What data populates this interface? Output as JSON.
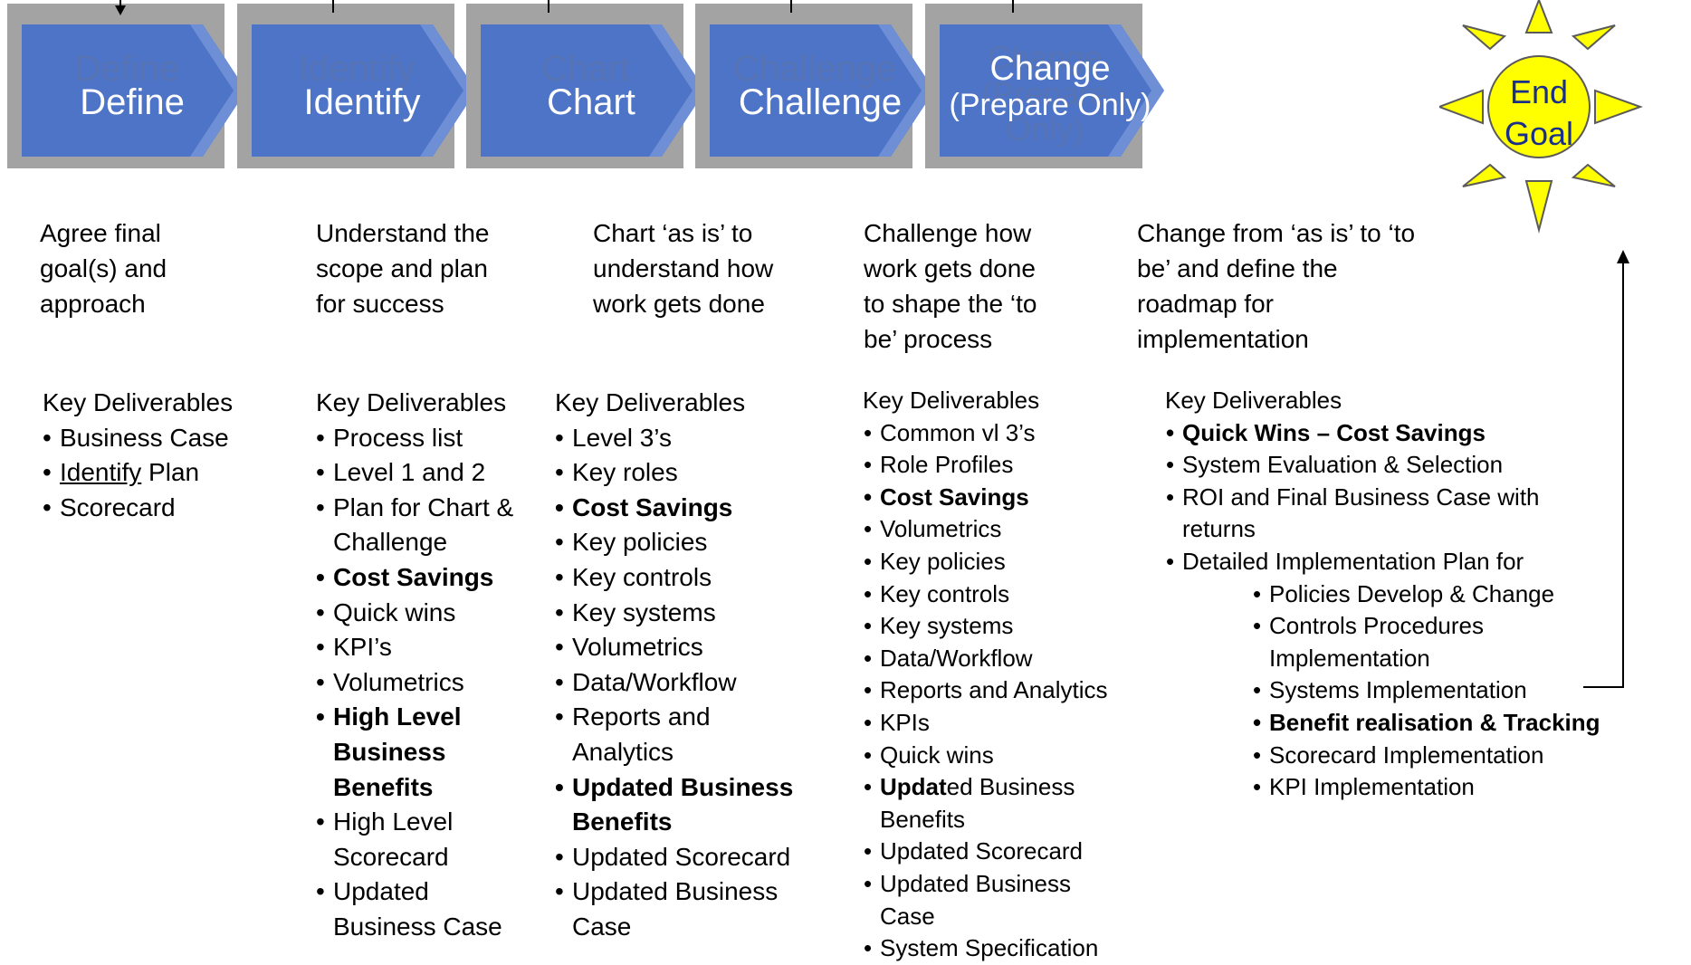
{
  "colors": {
    "chevron": "#4d74c6",
    "chevron_light": "#6e8fd6",
    "shadow": "#a3a3a3",
    "ghost_text": "#5673b6",
    "sun_fill": "#ffff00",
    "sun_stroke": "#5a5a5a"
  },
  "stages": [
    {
      "label": "Define",
      "ghost": "Define"
    },
    {
      "label": "Identify",
      "ghost": "Identify"
    },
    {
      "label": "Chart",
      "ghost": "Chart"
    },
    {
      "label": "Challenge",
      "ghost": "Challenge"
    },
    {
      "label": "Change",
      "sublabel": "(Prepare Only)",
      "ghost": "Change",
      "ghost2": "(Prepare Only)"
    }
  ],
  "end_goal": {
    "line1": "End",
    "line2": "Goal"
  },
  "descriptions": [
    "Agree final\ngoal(s) and\napproach",
    "Understand the\nscope and plan\nfor success",
    "Chart ‘as is’ to\nunderstand how\nwork gets done",
    "Challenge how\nwork gets done\nto shape the ‘to\nbe’ process",
    "Change from ‘as is’ to ‘to\nbe’ and define the\nroadmap for\nimplementation"
  ],
  "deliverables": [
    {
      "heading": "Key Deliverables",
      "items": [
        {
          "text": "Business Case"
        },
        {
          "underline": "Identify",
          "rest": " Plan"
        },
        {
          "text": "Scorecard"
        }
      ]
    },
    {
      "heading": "Key Deliverables",
      "items": [
        {
          "text": "Process list"
        },
        {
          "text": "Level 1 and 2"
        },
        {
          "text": "Plan for Chart & Challenge"
        },
        {
          "text": "Cost Savings",
          "bold": true
        },
        {
          "text": "Quick wins"
        },
        {
          "text": "KPI’s"
        },
        {
          "text": "Volumetrics"
        },
        {
          "text": "High Level Business Benefits",
          "bold": true
        },
        {
          "text": "High Level Scorecard"
        },
        {
          "text": "Updated Business Case"
        }
      ]
    },
    {
      "heading": "Key Deliverables",
      "items": [
        {
          "text": "Level 3’s"
        },
        {
          "text": "Key roles"
        },
        {
          "text": "Cost Savings",
          "bold": true
        },
        {
          "text": "Key policies"
        },
        {
          "text": "Key controls"
        },
        {
          "text": "Key systems"
        },
        {
          "text": "Volumetrics"
        },
        {
          "text": "Data/Workflow"
        },
        {
          "text": "Reports and Analytics"
        },
        {
          "text": "Updated Business Benefits",
          "bold": true
        },
        {
          "text": "Updated Scorecard"
        },
        {
          "text": "Updated Business Case"
        }
      ]
    },
    {
      "heading": "Key Deliverables",
      "items": [
        {
          "text": "Common vl 3’s"
        },
        {
          "text": "Role Profiles"
        },
        {
          "text": "Cost Savings",
          "bold": true
        },
        {
          "text": "Volumetrics"
        },
        {
          "text": "Key policies"
        },
        {
          "text": "Key controls"
        },
        {
          "text": "Key systems"
        },
        {
          "text": "Data/Workflow"
        },
        {
          "text": "Reports and Analytics"
        },
        {
          "text": "KPIs"
        },
        {
          "text": "Quick wins"
        },
        {
          "boldpart": "Updat",
          "rest": "ed Business Benefits"
        },
        {
          "text": "Updated Scorecard"
        },
        {
          "text": "Updated Business Case"
        },
        {
          "text": "System Specification"
        }
      ]
    },
    {
      "heading": "Key Deliverables",
      "items": [
        {
          "text": "Quick Wins – Cost Savings",
          "bold": true
        },
        {
          "text": "System Evaluation & Selection"
        },
        {
          "text": "ROI and Final Business Case with returns"
        },
        {
          "text": "Detailed Implementation Plan for"
        },
        {
          "text": "Policies Develop & Change",
          "sub": true
        },
        {
          "text": "Controls Procedures Implementation",
          "sub": true
        },
        {
          "text": "Systems Implementation",
          "sub": true
        },
        {
          "text": "Benefit realisation & Tracking",
          "bold": true,
          "sub": true
        },
        {
          "text": "Scorecard Implementation",
          "sub": true
        },
        {
          "text": "KPI Implementation",
          "sub": true
        }
      ]
    }
  ]
}
